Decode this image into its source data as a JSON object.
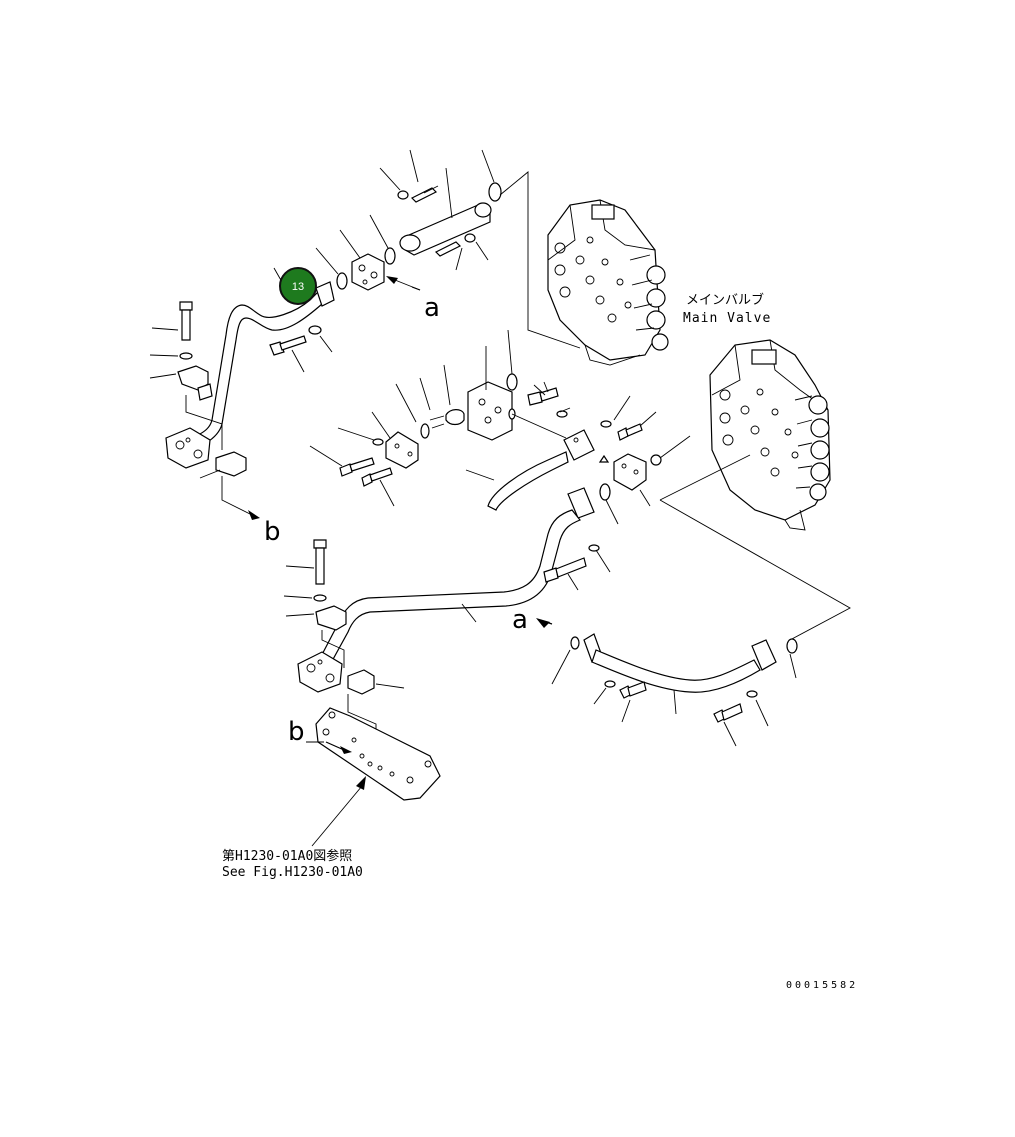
{
  "labels": {
    "main_valve_jp": "メインバルブ",
    "main_valve_en": "Main Valve",
    "see_fig_jp": "第H1230-01A0図参照",
    "see_fig_en": "See Fig.H1230-01A0",
    "drawing_number": "00015582"
  },
  "markers": {
    "a_top": "a",
    "a_mid": "a",
    "b_top": "b",
    "b_bottom": "b"
  },
  "callout": {
    "number": "13",
    "color": "#1e7a1e"
  }
}
